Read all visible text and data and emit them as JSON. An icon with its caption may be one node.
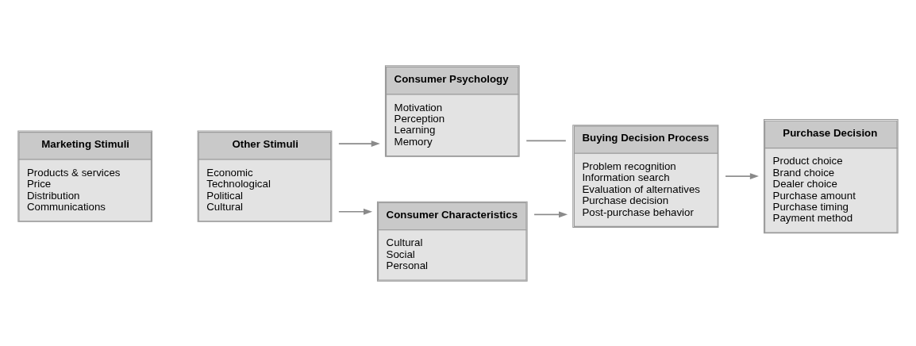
{
  "diagram": {
    "nodes": [
      {
        "text": [
          "Marketing Stimuli",
          "Products & services",
          "Price",
          "Distribution",
          "Communications"
        ]
      },
      {
        "text": [
          "Other Stimuli",
          "Economic",
          "Technological",
          "Political",
          "Cultural"
        ]
      },
      {
        "text": [
          "Consumer Psychology",
          "Motivation",
          "Perception",
          "Learning",
          "Memory"
        ]
      },
      {
        "text": [
          "Consumer Characteristics",
          "Cultural",
          "Social",
          "Personal"
        ]
      },
      {
        "text": [
          "Buying Decision Process",
          "Problem recognition",
          "Information search",
          "Evaluation of alternatives",
          "Purchase decision",
          "Post-purchase behavior"
        ]
      },
      {
        "text": [
          "Purchase Decision",
          "Product choice",
          "Brand choice",
          "Dealer choice",
          "Purchase amount",
          "Purchase timing",
          "Payment method"
        ]
      }
    ],
    "edges": [
      {
        "from": 1,
        "to": 2,
        "arrow": "to"
      },
      {
        "from": 1,
        "to": 3,
        "arrow": "to"
      },
      {
        "from": 2,
        "to": 4,
        "arrow": "none"
      },
      {
        "from": 3,
        "to": 4,
        "arrow": "to"
      },
      {
        "from": 4,
        "to": 5,
        "arrow": "to"
      }
    ]
  }
}
